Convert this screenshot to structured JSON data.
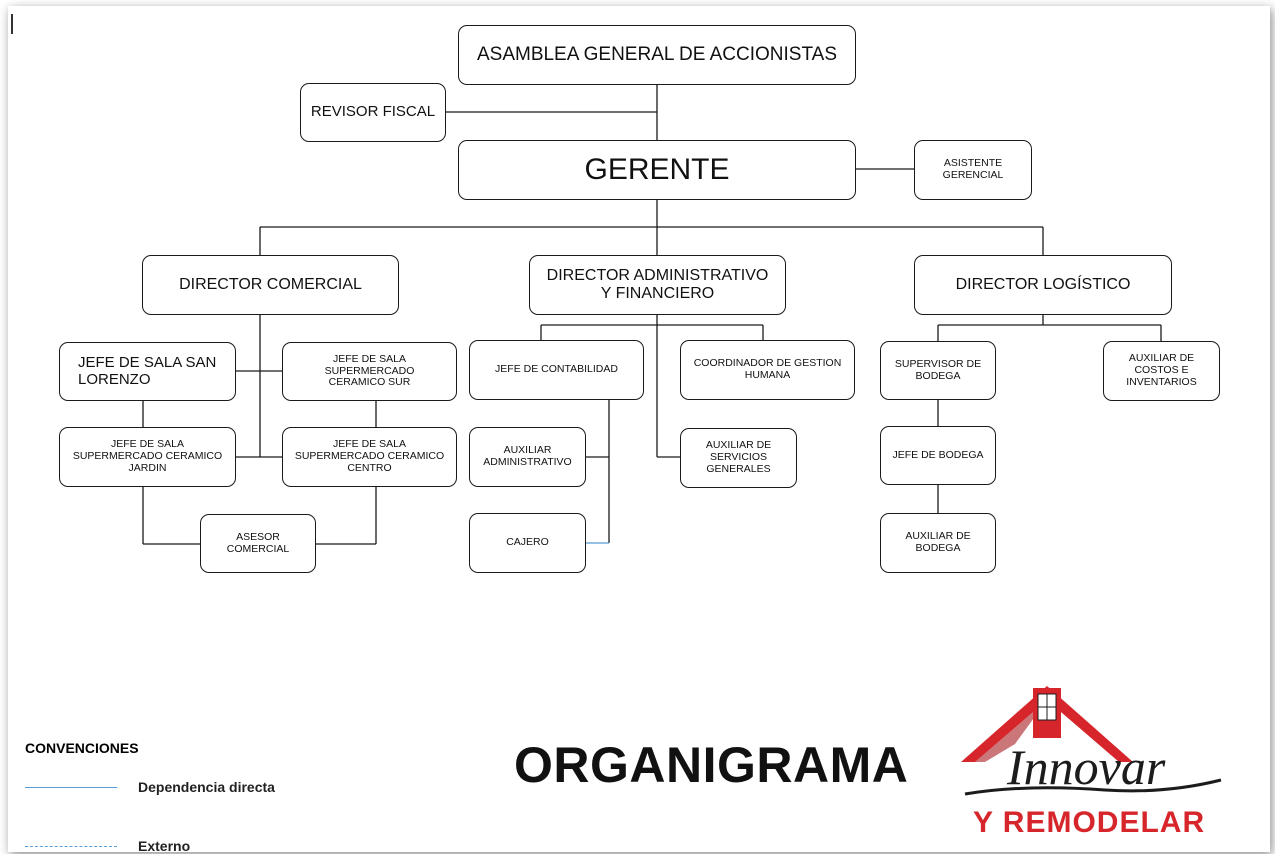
{
  "diagram": {
    "title": "ORGANIGRAMA",
    "nodes": {
      "asamblea": "ASAMBLEA GENERAL DE ACCIONISTAS",
      "revisor": "REVISOR FISCAL",
      "gerente": "GERENTE",
      "asistente": "ASISTENTE GERENCIAL",
      "dir_comercial": "DIRECTOR COMERCIAL",
      "dir_admin": "DIRECTOR ADMINISTRATIVO Y FINANCIERO",
      "dir_logistico": "DIRECTOR LOGÍSTICO",
      "jefe_san_lorenzo": "JEFE DE SALA SAN LORENZO",
      "jefe_sur": "JEFE DE SALA SUPERMERCADO CERAMICO SUR",
      "jefe_jardin": "JEFE DE SALA SUPERMERCADO CERAMICO JARDIN",
      "jefe_centro": "JEFE DE SALA SUPERMERCADO CERAMICO CENTRO",
      "asesor": "ASESOR COMERCIAL",
      "jefe_contabilidad": "JEFE DE CONTABILIDAD",
      "coord_gestion": "COORDINADOR DE GESTION HUMANA",
      "aux_admin": "AUXILIAR ADMINISTRATIVO",
      "aux_servicios": "AUXILIAR DE SERVICIOS GENERALES",
      "cajero": "CAJERO",
      "supervisor_bodega": "SUPERVISOR DE BODEGA",
      "aux_costos": "AUXILIAR DE COSTOS E INVENTARIOS",
      "jefe_bodega": "JEFE DE BODEGA",
      "aux_bodega": "AUXILIAR DE BODEGA"
    }
  },
  "legend": {
    "title": "CONVENCIONES",
    "direct": "Dependencia directa",
    "external": "Externo"
  },
  "logo": {
    "script": "Innovar",
    "sub": "Y REMODELAR",
    "color_red": "#d6262b",
    "color_dark": "#1c1c1c"
  },
  "colors": {
    "legend_line": "#5b9bd5",
    "box_border": "#1a1a1a"
  }
}
